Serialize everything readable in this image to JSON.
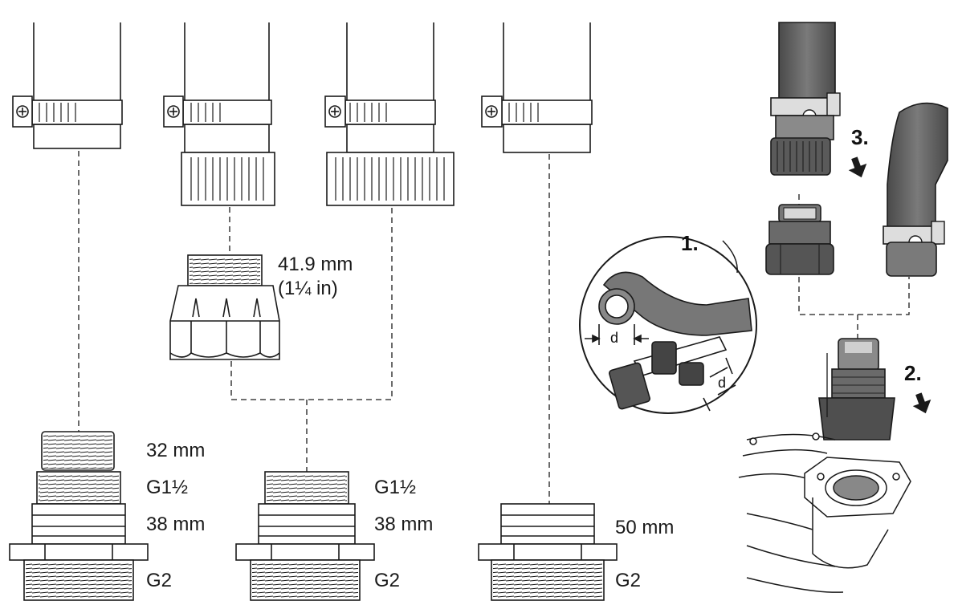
{
  "labels": {
    "col1_top": "32 mm",
    "col1_thread": "G1½",
    "col1_mid": "38 mm",
    "col1_base": "G2",
    "adapter_size": "41.9 mm",
    "adapter_size_in": "(1¼ in)",
    "col2_thread": "G1½",
    "col2_mid": "38 mm",
    "col2_base": "G2",
    "col3_mid": "50 mm",
    "col3_base": "G2",
    "dim_d_left": "d",
    "dim_d_right": "d"
  },
  "steps": {
    "step1": "1.",
    "step2": "2.",
    "step3": "3."
  },
  "colors": {
    "line": "#1a1a1a",
    "hose": "#6b6b6b",
    "hose_dark": "#4a4a4a",
    "part_fill": "#ffffff"
  }
}
